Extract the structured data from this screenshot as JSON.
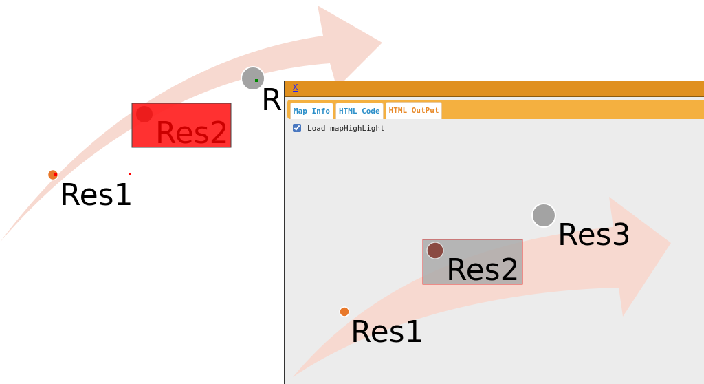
{
  "background_map": {
    "labels": {
      "res1": "Res1",
      "res2": "Res2",
      "res3_partial": "R"
    }
  },
  "popup": {
    "close_label": "X",
    "tabs": [
      {
        "label": "Map Info"
      },
      {
        "label": "HTML Code"
      },
      {
        "label": "HTML OutPut",
        "active": true
      }
    ],
    "checkbox": {
      "label": "Load mapHighLight",
      "checked": true
    },
    "output_map": {
      "labels": {
        "res1": "Res1",
        "res2": "Res2",
        "res3": "Res3"
      }
    }
  },
  "colors": {
    "arrow": "#f7d9d0",
    "highlight_red": "#ff2020",
    "orange_dot": "#e8782a",
    "gray_dot": "#a3a3a3",
    "titlebar": "#e0901f",
    "tabbar": "#f4b040"
  }
}
